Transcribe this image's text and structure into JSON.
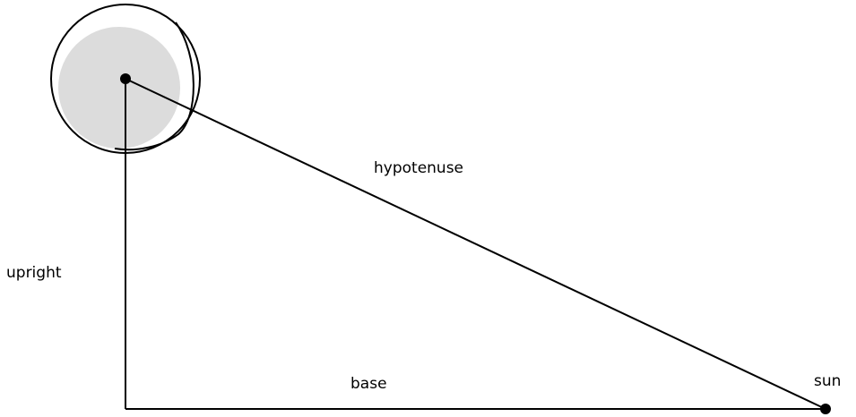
{
  "labels": {
    "hypotenuse": "hypotenuse",
    "upright": "upright",
    "base": "base",
    "sun": "sun"
  },
  "colors": {
    "stroke": "#000000",
    "moon_shade": "#dcdcdc",
    "background": "#ffffff"
  }
}
